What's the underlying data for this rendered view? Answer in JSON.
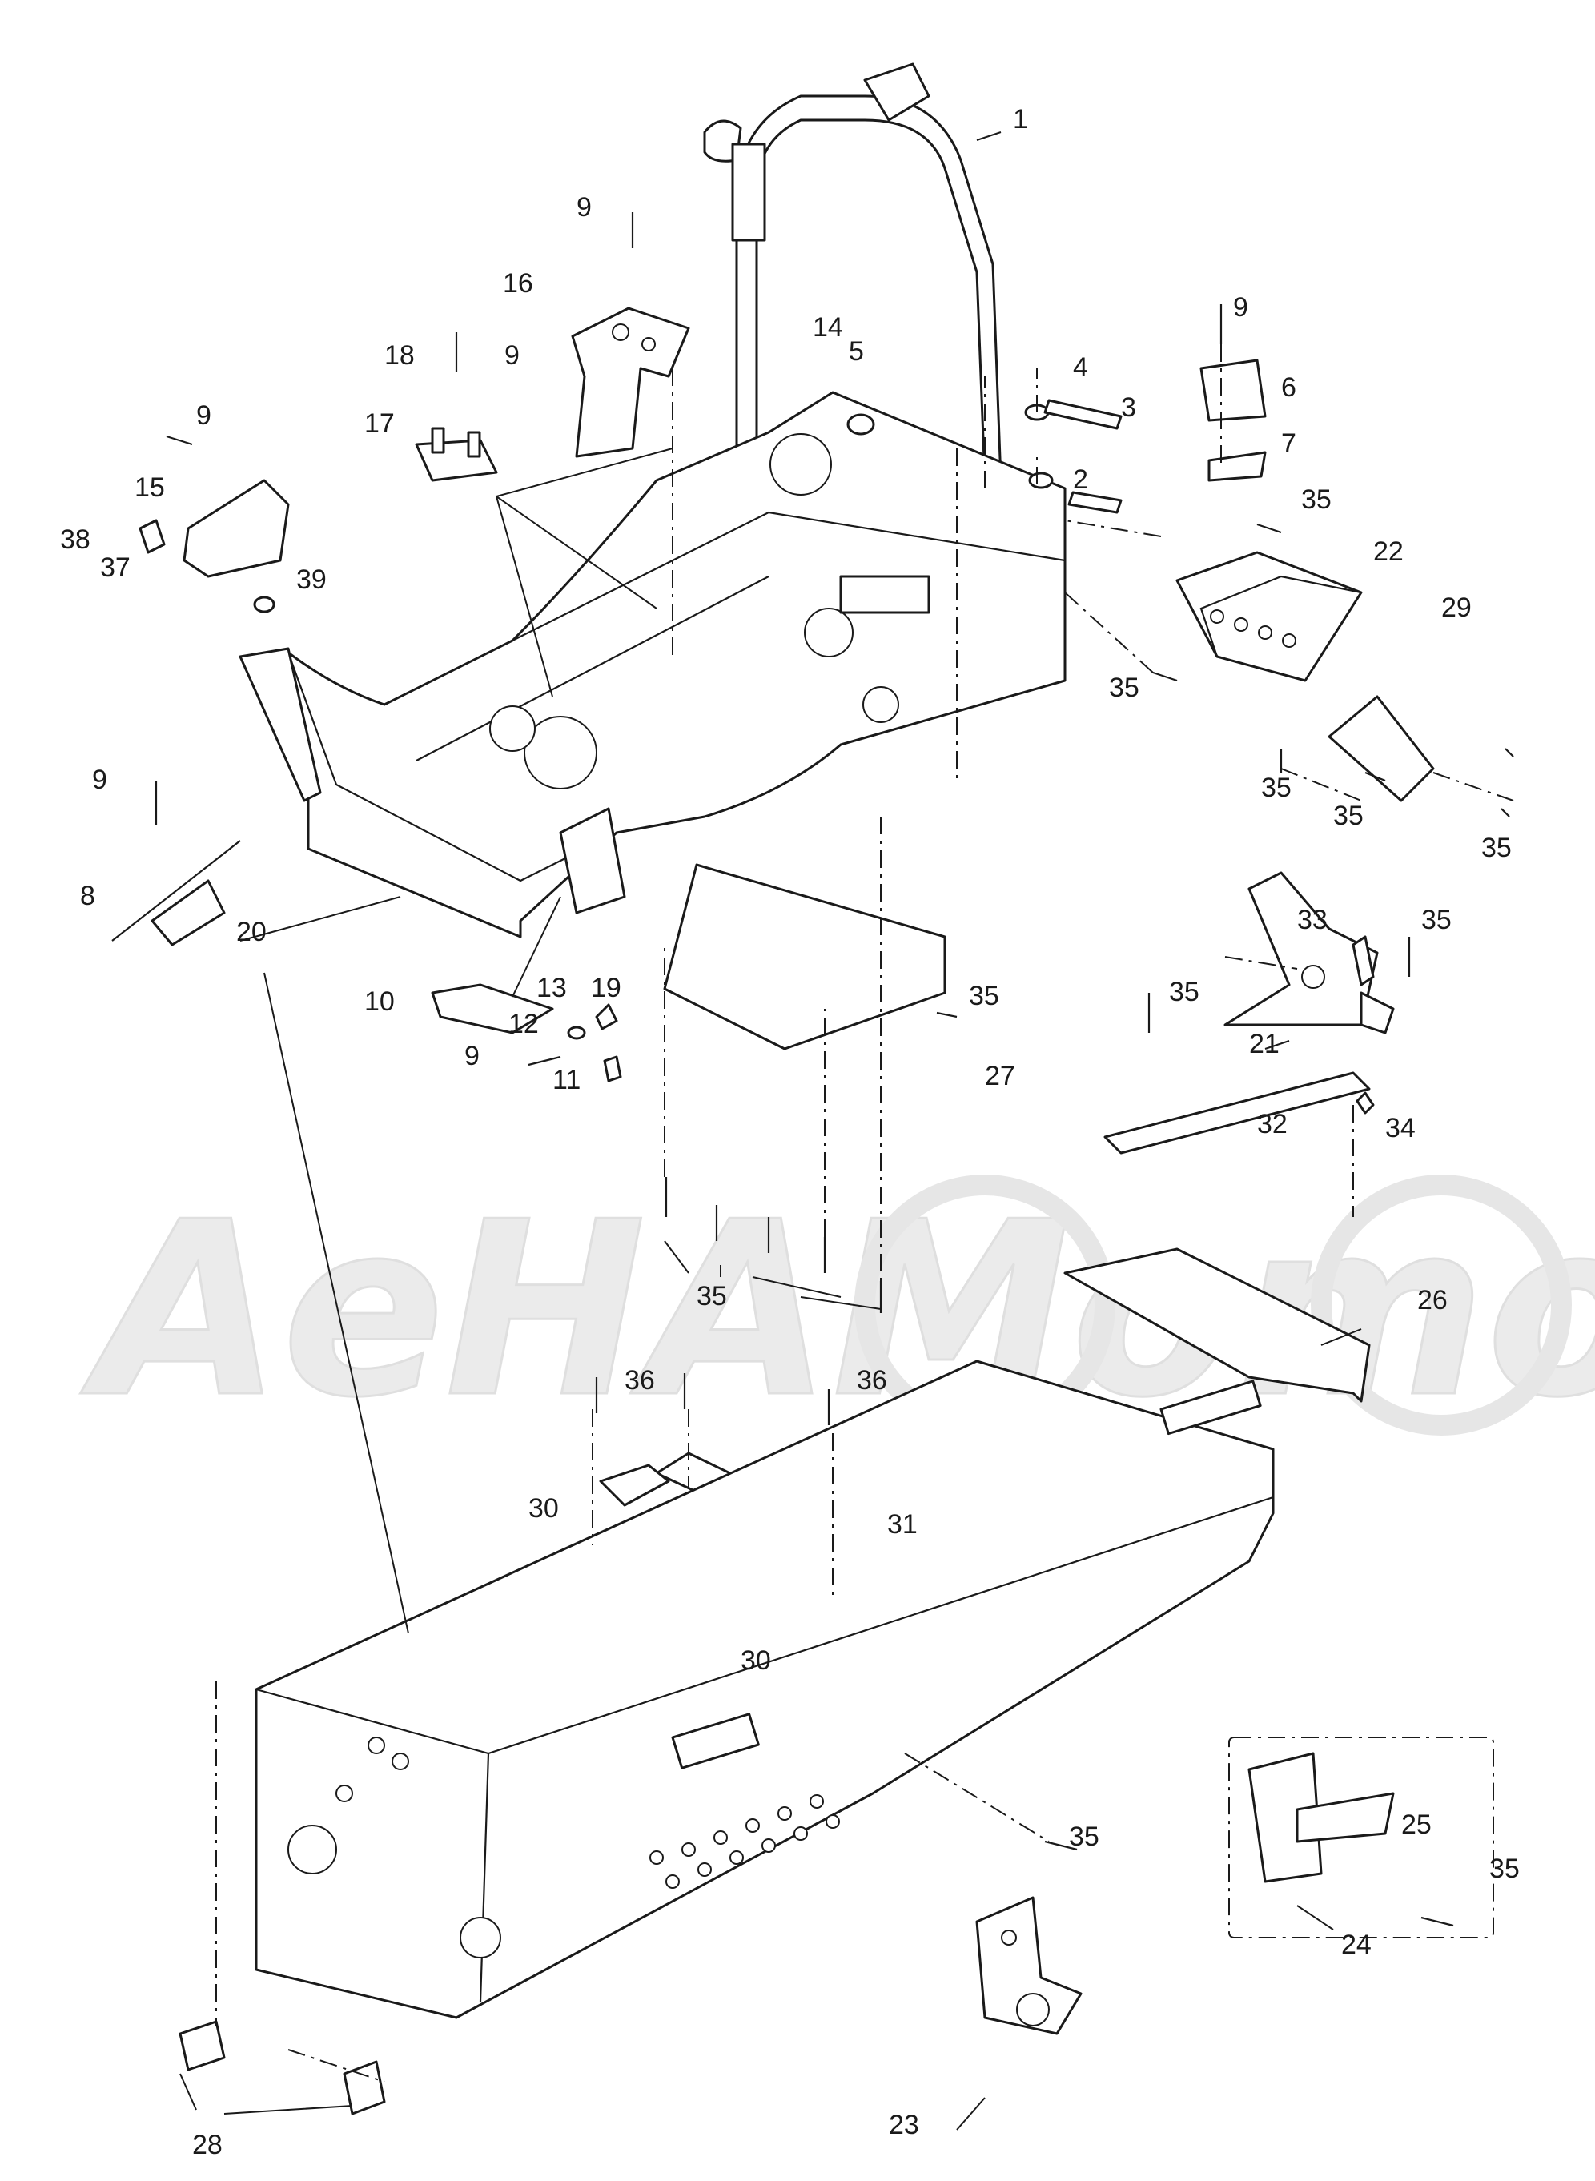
{
  "watermark": "AeHAMomo",
  "callouts": [
    "1",
    "2",
    "3",
    "4",
    "5",
    "6",
    "7",
    "8",
    "9",
    "9",
    "9",
    "9",
    "9",
    "9",
    "10",
    "11",
    "12",
    "13",
    "14",
    "15",
    "16",
    "17",
    "18",
    "19",
    "20",
    "21",
    "22",
    "23",
    "24",
    "25",
    "26",
    "27",
    "28",
    "29",
    "30",
    "30",
    "31",
    "32",
    "33",
    "34",
    "35",
    "35",
    "35",
    "35",
    "35",
    "35",
    "35",
    "35",
    "35",
    "35",
    "36",
    "36",
    "37",
    "38",
    "39"
  ],
  "colors": {
    "line": "#1a1a1a",
    "background": "#ffffff",
    "watermark": "#e9e9e9"
  }
}
